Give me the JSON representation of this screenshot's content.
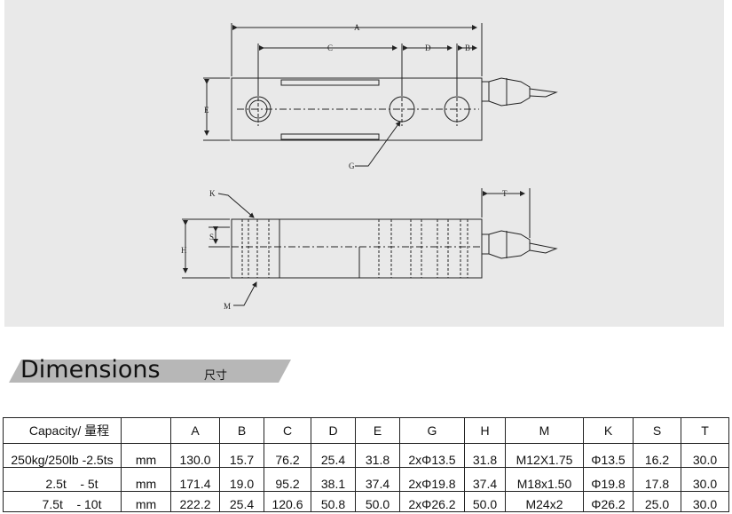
{
  "drawing": {
    "labels": {
      "A": "A",
      "C": "C",
      "D": "D",
      "B": "B",
      "E": "E",
      "G": "G",
      "K": "K",
      "S": "S",
      "H": "H",
      "M": "M",
      "T": "T"
    }
  },
  "banner": {
    "title": "Dimensions",
    "subtitle": "尺寸"
  },
  "table": {
    "header": [
      "Capacity/ 量程",
      "",
      "A",
      "B",
      "C",
      "D",
      "E",
      "G",
      "H",
      "M",
      "K",
      "S",
      "T"
    ],
    "rows": [
      [
        "250kg/250lb -2.5ts",
        "mm",
        "130.0",
        "15.7",
        "76.2",
        "25.4",
        "31.8",
        "2xΦ13.5",
        "31.8",
        "M12X1.75",
        "Φ13.5",
        "16.2",
        "30.0"
      ],
      [
        "2.5t    - 5t",
        "mm",
        "171.4",
        "19.0",
        "95.2",
        "38.1",
        "37.4",
        "2xΦ19.8",
        "37.4",
        "M18x1.50",
        "Φ19.8",
        "17.8",
        "30.0"
      ],
      [
        "7.5t    - 10t",
        "mm",
        "222.2",
        "25.4",
        "120.6",
        "50.8",
        "50.0",
        "2xΦ26.2",
        "50.0",
        "M24x2",
        "Φ26.2",
        "25.0",
        "30.0"
      ]
    ]
  }
}
